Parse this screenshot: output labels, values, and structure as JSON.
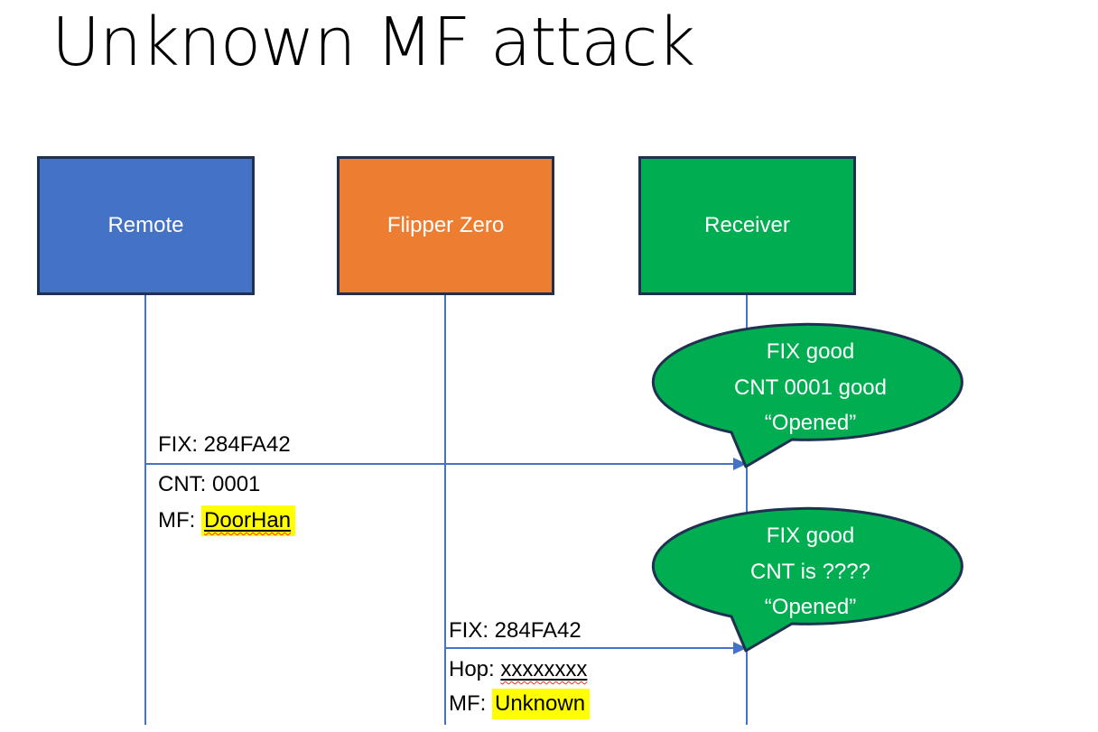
{
  "title": "Unknown MF attack",
  "colors": {
    "actor_remote_fill": "#4472C4",
    "actor_flipper_fill": "#ED7D31",
    "actor_receiver_fill": "#00AD50",
    "shape_border": "#1F3050",
    "connector_blue": "#4472C4",
    "callout_fill": "#00AD50",
    "highlight_yellow": "#FFFF00",
    "spellcheck_red": "#FF2A1A",
    "text_black": "#000000",
    "text_white": "#FFFFFF"
  },
  "actors": [
    {
      "label": "Remote"
    },
    {
      "label": "Flipper Zero"
    },
    {
      "label": "Receiver"
    }
  ],
  "messages": [
    {
      "from": "Remote",
      "to": "Receiver",
      "line1": "FIX: 284FA42",
      "line2": "CNT: 0001",
      "line3_prefix": "MF: ",
      "line3_value": "DoorHan"
    },
    {
      "from": "Flipper Zero",
      "to": "Receiver",
      "line1": "FIX: 284FA42",
      "line2_prefix": "Hop: ",
      "line2_value": "xxxxxxxx",
      "line3_prefix": "MF: ",
      "line3_value": "Unknown"
    }
  ],
  "callouts": [
    {
      "speaker": "Receiver",
      "lines": [
        "FIX good",
        "CNT 0001 good",
        "“Opened”"
      ]
    },
    {
      "speaker": "Receiver",
      "lines": [
        "FIX good",
        "CNT is ????",
        "“Opened”"
      ]
    }
  ]
}
